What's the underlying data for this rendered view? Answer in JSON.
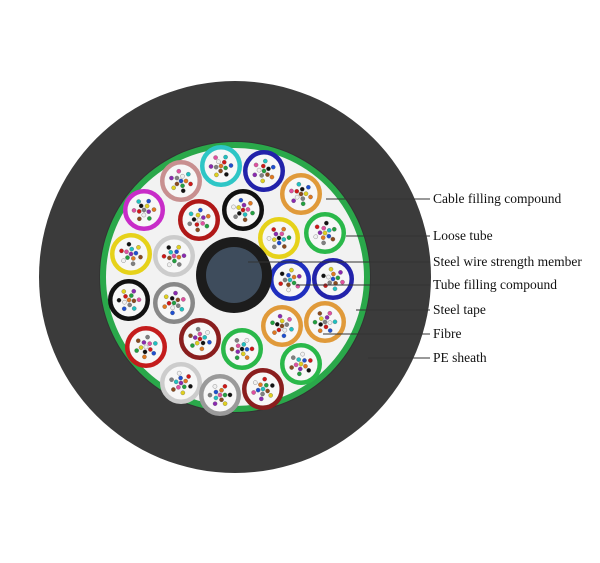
{
  "labels": {
    "cable_filling_compound": "Cable filling compound",
    "loose_tube": "Loose tube",
    "steel_wire_strength_member": "Steel wire strength member",
    "tube_filling_compound": "Tube filling compound",
    "steel_tape": "Steel tape",
    "fibre": "Fibre",
    "pe_sheath": "PE sheath"
  },
  "colors": {
    "pe_sheath": "#3b3b3b",
    "steel_tape": "#2aa84a",
    "cable_filling_compound": "#f2f2f2",
    "tube_filling_compound": "#f7f7f7",
    "strength_member_outer": "#1c1c1c",
    "strength_member_core": "#3e4c5c",
    "leader_line": "#333333"
  },
  "loose_tube_colors": [
    "#c89090",
    "#2ec6c6",
    "#2222aa",
    "#e09a3a",
    "#c82cc8",
    "#b01818",
    "#111111",
    "#e6d21a",
    "#2ab84a",
    "#e6d21a",
    "#cccccc",
    "#1f2fbf",
    "#2222aa",
    "#111111",
    "#888888",
    "#e09a3a",
    "#e09a3a",
    "#c41c1c",
    "#8a1e1e",
    "#2ab84a",
    "#2ab84a",
    "#cccccc",
    "#9a9a9a",
    "#8a1e1e"
  ],
  "fibre_colors": [
    "#1f4fd0",
    "#e07820",
    "#22a040",
    "#8a4a1e",
    "#808080",
    "#f0f0f0",
    "#d01818",
    "#111111",
    "#e0d020",
    "#8a2ab0",
    "#e050a0",
    "#20c0c0"
  ]
}
